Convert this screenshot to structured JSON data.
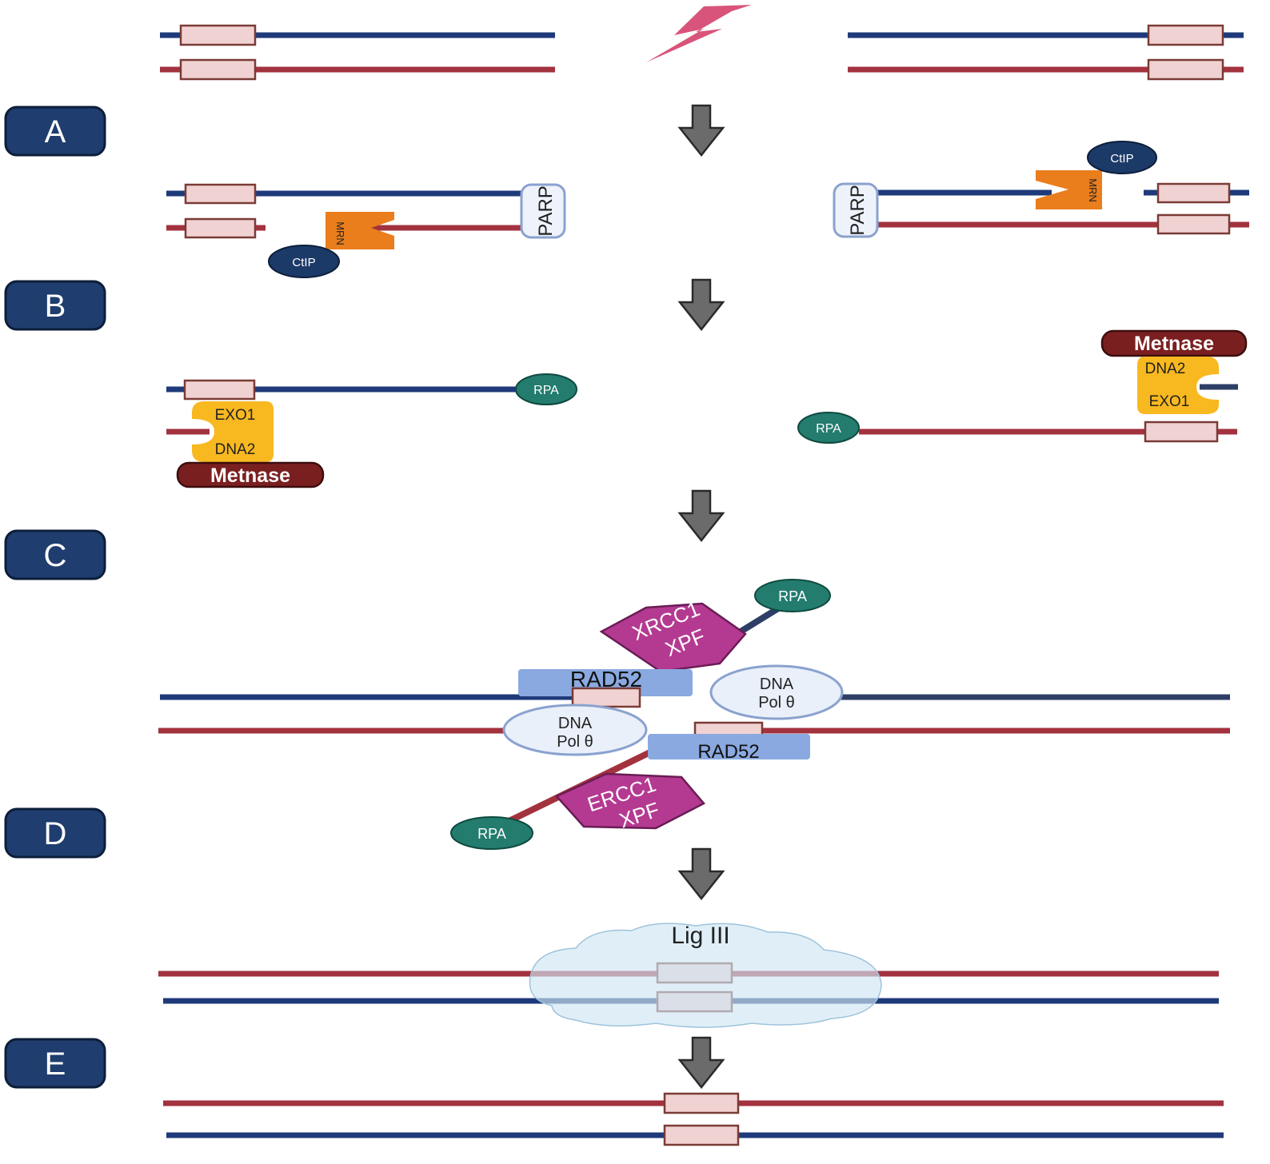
{
  "steps": [
    "A",
    "B",
    "C",
    "D",
    "E"
  ],
  "proteins": {
    "parp": "PARP",
    "mrn": "MRN",
    "ctip": "CtIP",
    "rpa": "RPA",
    "exo1": "EXO1",
    "dna2": "DNA2",
    "metnase": "Metnase",
    "xrcc1": "XRCC1",
    "ercc1": "ERCC1",
    "xpf": "XPF",
    "rad52": "RAD52",
    "dna": "DNA",
    "pol_theta": "Pol θ",
    "lig3": "Lig III"
  },
  "colors": {
    "blue_strand": "#1f3a7a",
    "red_strand": "#a3323f",
    "box_fill": "#f1d2d2",
    "box_stroke": "#7a3b36",
    "step_fill": "#1f3d6e",
    "arrow": "#6b6b6b",
    "lightning": "#d9547a",
    "mrn": "#ea7d1c",
    "ctip": "#1c3a68",
    "rpa": "#237c6e",
    "exo_dna2": "#f8b820",
    "metnase": "#7a1f20",
    "xpf": "#b43a91",
    "rad52": "#8aa9e0",
    "pol": "#eaf0fa",
    "cloud": "#cfe6f3"
  }
}
